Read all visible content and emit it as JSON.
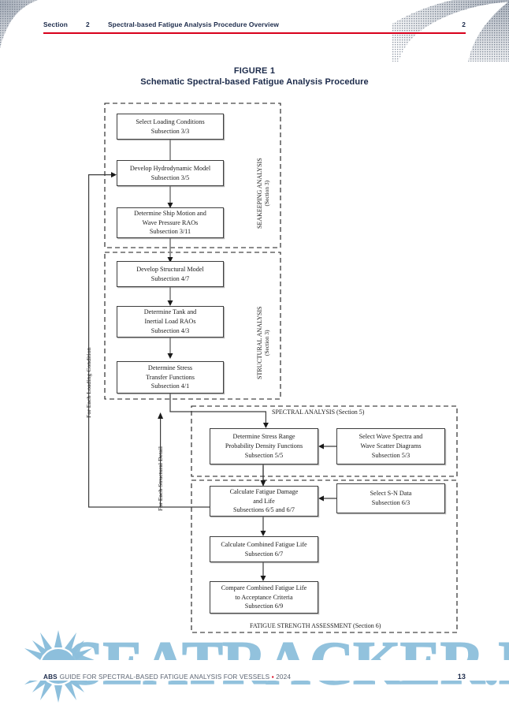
{
  "header": {
    "section_label": "Section",
    "section_number": "2",
    "title": "Spectral-based Fatigue Analysis Procedure Overview",
    "page_number": "2",
    "rule_color": "#d8001b"
  },
  "figure": {
    "number": "FIGURE 1",
    "title": "Schematic Spectral-based Fatigue Analysis Procedure"
  },
  "flowchart": {
    "zones": [
      {
        "id": "seakeeping",
        "label_line1": "SEAKEEPING ANALYSIS",
        "label_line2": "(Section 3)"
      },
      {
        "id": "structural",
        "label_line1": "STRUCTURAL ANALYSIS",
        "label_line2": "(Section 3)"
      },
      {
        "id": "spectral",
        "label_line1": "SPECTRAL ANALYSIS (Section 5)",
        "label_line2": ""
      },
      {
        "id": "fatigue",
        "label_line1": "FATIGUE STRENGTH ASSESSMENT (Section 6)",
        "label_line2": ""
      }
    ],
    "side_labels": [
      {
        "id": "loading-condition",
        "text": "For Each Loading Condition"
      },
      {
        "id": "structural-detail",
        "text": "For Each Structural Detail"
      }
    ],
    "boxes": [
      {
        "id": "select-loading-conditions",
        "lines": [
          "Select Loading Conditions",
          "Subsection 3/3"
        ]
      },
      {
        "id": "develop-hydrodynamic-model",
        "lines": [
          "Develop Hydrodynamic Model",
          "Subsection 3/5"
        ]
      },
      {
        "id": "determine-ship-motion-raos",
        "lines": [
          "Determine Ship Motion and",
          "Wave Pressure RAOs",
          "Subsection 3/11"
        ]
      },
      {
        "id": "develop-structural-model",
        "lines": [
          "Develop Structural Model",
          "Subsection 4/7"
        ]
      },
      {
        "id": "determine-tank-inertial-raos",
        "lines": [
          "Determine Tank and",
          "Inertial Load RAOs",
          "Subsection 4/3"
        ]
      },
      {
        "id": "determine-stress-transfer-functions",
        "lines": [
          "Determine Stress",
          "Transfer Functions",
          "Subsection 4/1"
        ]
      },
      {
        "id": "determine-stress-range-pdf",
        "lines": [
          "Determine Stress Range",
          "Probability Density Functions",
          "Subsection 5/5"
        ]
      },
      {
        "id": "select-wave-spectra",
        "lines": [
          "Select Wave Spectra and",
          "Wave Scatter Diagrams",
          "Subsection 5/3"
        ]
      },
      {
        "id": "calculate-fatigue-damage",
        "lines": [
          "Calculate Fatigue Damage",
          "and Life",
          "Subsections 6/5 and 6/7"
        ]
      },
      {
        "id": "select-sn-data",
        "lines": [
          "Select S-N Data",
          "Subsection 6/3"
        ]
      },
      {
        "id": "calculate-combined-fatigue-life",
        "lines": [
          "Calculate Combined Fatigue Life",
          "Subsection 6/7"
        ]
      },
      {
        "id": "compare-combined-fatigue-life",
        "lines": [
          "Compare Combined Fatigue Life",
          "to Acceptance Criteria",
          "Subsection 6/9"
        ]
      }
    ]
  },
  "watermark": {
    "text": "SEATRACKER.RU",
    "color": "#8dbfdc"
  },
  "footer": {
    "brand": "ABS",
    "text": "GUIDE FOR SPECTRAL-BASED FATIGUE ANALYSIS FOR VESSELS",
    "separator": "▪",
    "year": "2024",
    "page_number": "13"
  }
}
